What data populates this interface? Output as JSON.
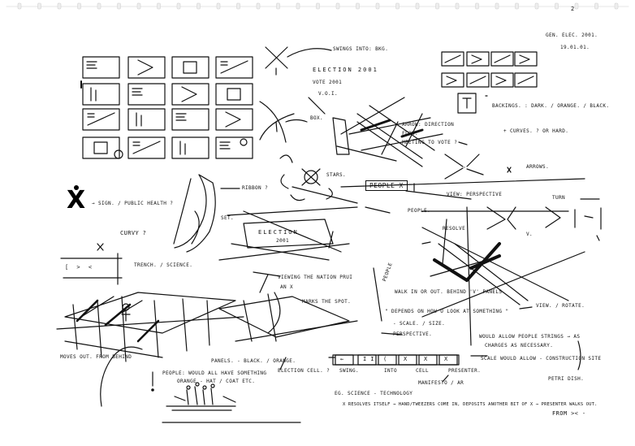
{
  "page_number": "2",
  "header": {
    "code": "GEN. ELEC. 2001.",
    "date": "19.01.01."
  },
  "title_block": {
    "title": "ELECTION 2001",
    "subtitle": "VOTE 2001",
    "abbr": "V.O.I."
  },
  "symbol": "X",
  "notes": {
    "swings": "SWINGS INTO: BKG.",
    "box": "BOX.",
    "arrow_direction": "ARROW: DIRECTION",
    "flow": "FLOW.",
    "meeting": "MEETING TO VOTE ?",
    "backings": "BACKINGS. : DARK. / ORANGE. / BLACK.",
    "curves": "+ CURVES. ? OR HARD.",
    "arrows": "ARROWS.",
    "stars": "STARS.",
    "sign": "→ SIGN. / PUBLIC HEALTH ?",
    "ribbon": "RIBBON ?",
    "people_box": "PEOPLE X",
    "view_perspective": "VIEW: PERSPECTIVE",
    "turn": "TURN",
    "people": "PEOPLE.",
    "resolve": "RESOLVE",
    "set": "SET.",
    "election_card": "ELECTION",
    "election_card_year": "2001",
    "curvy": "CURVY ?",
    "v": "V.",
    "trench": "TRENCH. / SCIENCE.",
    "viewing": "VIEWING THE NATION PRUI",
    "an_x": "AN X",
    "people_vert": "PEOPLE",
    "walk": "WALK IN OR OUT. BEHIND 'V' PANELS",
    "marks": "MARKS THE SPOT.",
    "depends": "\" DEPENDS ON HOW U LOOK AT SOMETHING \"",
    "view_rotate": "VIEW. / ROTATE.",
    "scale_size": "- SCALE. / SIZE.",
    "perspective": "PERSPECTIVE.",
    "moves_out": "MOVES OUT. FROM BEHIND",
    "panels": "PANELS. - BLACK. / ORANGE.",
    "election_cell": "ELECTION CELL. ?",
    "would_allow": "WOULD ALLOW PEOPLE STRINGS → AS",
    "charges": "CHARGES AS NECESSARY.",
    "people_would": "PEOPLE: WOULD ALL HAVE SOMETHING",
    "orange_hat": "ORANGE - HAT / COAT ETC.",
    "scale_would": "SCALE WOULD ALLOW - CONSTRUCTION SITE",
    "petri": "PETRI DISH.",
    "swing": "SWING.",
    "into": "INTO",
    "cell": "CELL",
    "presenter_small": "PRESENTER.",
    "manifesto": "MANIFESTO / AR",
    "science_tech": "EG. SCIENCE - TECHNOLOGY",
    "resolves_line": "X RESOLVES ITSELF → HAND/TWEEZERS COME IN, DEPOSITS ANOTHER BIT OF X → PRESENTER WALKS OUT.",
    "from": "FROM >< -"
  },
  "strip_symbols": [
    "←",
    "I I",
    "(",
    "X",
    "X",
    "X"
  ]
}
